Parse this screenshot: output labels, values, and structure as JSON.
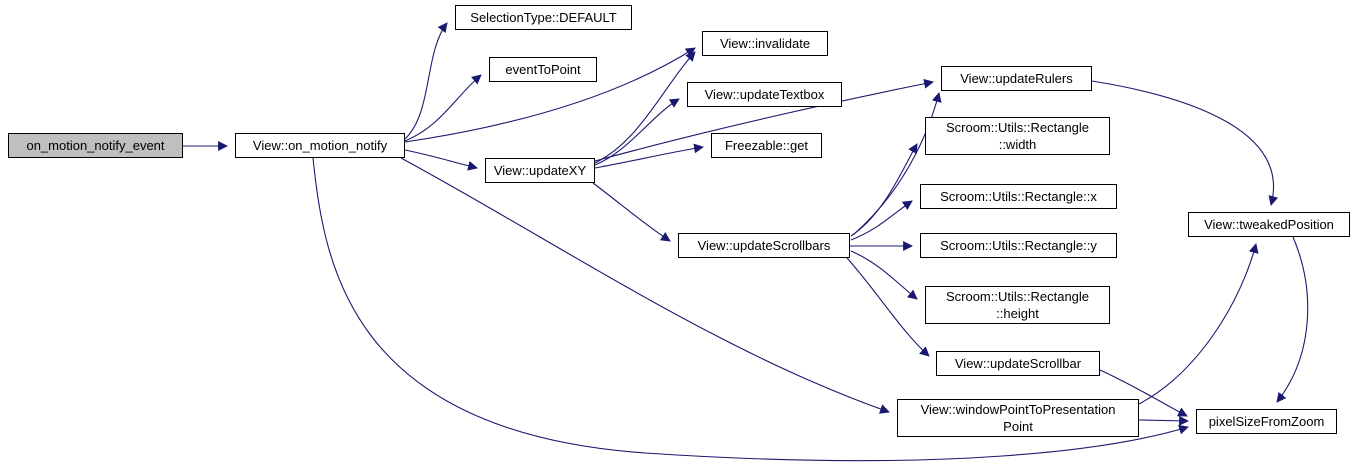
{
  "diagram": {
    "type": "call-graph",
    "description": "Doxygen-style call graph for on_motion_notify_event",
    "colors": {
      "background": "#ffffff",
      "node_fill": "#ffffff",
      "node_border": "#000000",
      "highlight_node_fill": "#bfbfbf",
      "edge": "#191970",
      "text": "#000000"
    },
    "nodes": [
      {
        "id": "on_motion_notify_event",
        "label": "on_motion_notify_event",
        "highlighted": true
      },
      {
        "id": "View::on_motion_notify",
        "label": "View::on_motion_notify",
        "highlighted": false
      },
      {
        "id": "SelectionType::DEFAULT",
        "label": "SelectionType::DEFAULT",
        "highlighted": false
      },
      {
        "id": "eventToPoint",
        "label": "eventToPoint",
        "highlighted": false
      },
      {
        "id": "View::invalidate",
        "label": "View::invalidate",
        "highlighted": false
      },
      {
        "id": "View::updateTextbox",
        "label": "View::updateTextbox",
        "highlighted": false
      },
      {
        "id": "Freezable::get",
        "label": "Freezable::get",
        "highlighted": false
      },
      {
        "id": "View::updateXY",
        "label": "View::updateXY",
        "highlighted": false
      },
      {
        "id": "View::updateRulers",
        "label": "View::updateRulers",
        "highlighted": false
      },
      {
        "id": "Scroom::Utils::Rectangle::width",
        "label": "Scroom::Utils::Rectangle\n::width",
        "highlighted": false
      },
      {
        "id": "Scroom::Utils::Rectangle::x",
        "label": "Scroom::Utils::Rectangle::x",
        "highlighted": false
      },
      {
        "id": "View::updateScrollbars",
        "label": "View::updateScrollbars",
        "highlighted": false
      },
      {
        "id": "Scroom::Utils::Rectangle::y",
        "label": "Scroom::Utils::Rectangle::y",
        "highlighted": false
      },
      {
        "id": "Scroom::Utils::Rectangle::height",
        "label": "Scroom::Utils::Rectangle\n::height",
        "highlighted": false
      },
      {
        "id": "View::updateScrollbar",
        "label": "View::updateScrollbar",
        "highlighted": false
      },
      {
        "id": "View::tweakedPosition",
        "label": "View::tweakedPosition",
        "highlighted": false
      },
      {
        "id": "View::windowPointToPresentationPoint",
        "label": "View::windowPointToPresentation\nPoint",
        "highlighted": false
      },
      {
        "id": "pixelSizeFromZoom",
        "label": "pixelSizeFromZoom",
        "highlighted": false
      }
    ],
    "edges": [
      {
        "from": "on_motion_notify_event",
        "to": "View::on_motion_notify"
      },
      {
        "from": "View::on_motion_notify",
        "to": "SelectionType::DEFAULT"
      },
      {
        "from": "View::on_motion_notify",
        "to": "eventToPoint"
      },
      {
        "from": "View::on_motion_notify",
        "to": "View::invalidate"
      },
      {
        "from": "View::on_motion_notify",
        "to": "View::updateXY"
      },
      {
        "from": "View::on_motion_notify",
        "to": "View::windowPointToPresentationPoint"
      },
      {
        "from": "View::on_motion_notify",
        "to": "pixelSizeFromZoom"
      },
      {
        "from": "View::updateXY",
        "to": "View::invalidate"
      },
      {
        "from": "View::updateXY",
        "to": "View::updateTextbox"
      },
      {
        "from": "View::updateXY",
        "to": "Freezable::get"
      },
      {
        "from": "View::updateXY",
        "to": "View::updateRulers"
      },
      {
        "from": "View::updateXY",
        "to": "View::updateScrollbars"
      },
      {
        "from": "View::updateScrollbars",
        "to": "View::updateRulers"
      },
      {
        "from": "View::updateScrollbars",
        "to": "Scroom::Utils::Rectangle::width"
      },
      {
        "from": "View::updateScrollbars",
        "to": "Scroom::Utils::Rectangle::x"
      },
      {
        "from": "View::updateScrollbars",
        "to": "Scroom::Utils::Rectangle::y"
      },
      {
        "from": "View::updateScrollbars",
        "to": "Scroom::Utils::Rectangle::height"
      },
      {
        "from": "View::updateScrollbars",
        "to": "View::updateScrollbar"
      },
      {
        "from": "View::updateRulers",
        "to": "View::tweakedPosition"
      },
      {
        "from": "View::updateScrollbar",
        "to": "pixelSizeFromZoom"
      },
      {
        "from": "View::windowPointToPresentationPoint",
        "to": "pixelSizeFromZoom"
      },
      {
        "from": "View::windowPointToPresentationPoint",
        "to": "View::tweakedPosition"
      },
      {
        "from": "View::tweakedPosition",
        "to": "pixelSizeFromZoom"
      }
    ]
  }
}
